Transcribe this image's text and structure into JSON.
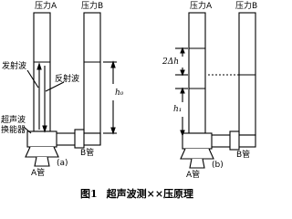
{
  "diagram": {
    "left": {
      "pressure_a_label": "压力A",
      "pressure_b_label": "压力B",
      "transmit_wave_label": "发射波",
      "reflect_wave_label": "反射波",
      "height_label": "h₀",
      "transducer_label_line1": "超声波",
      "transducer_label_line2": "换能器",
      "tube_a_label": "A管",
      "tube_b_label": "B管",
      "panel_label": "(a)"
    },
    "right": {
      "pressure_a_label": "压力A",
      "pressure_b_label": "压力B",
      "delta_label": "2Δh",
      "height_label": "h₁",
      "tube_a_label": "A管",
      "tube_b_label": "B管",
      "panel_label": "(b)"
    },
    "caption": {
      "figure_number": "图1",
      "title": "超声波测××压原理"
    }
  }
}
